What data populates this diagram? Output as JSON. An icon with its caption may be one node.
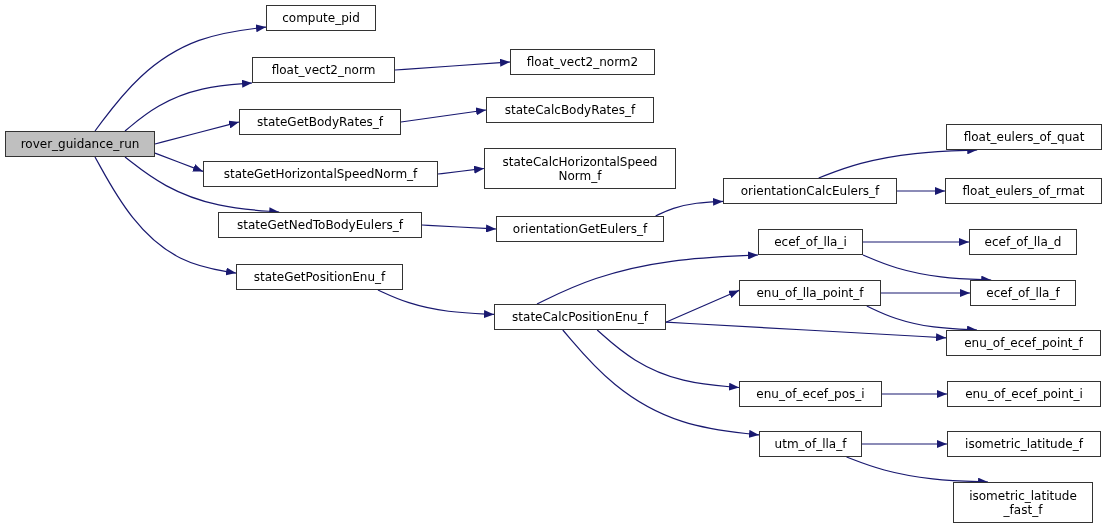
{
  "diagram": {
    "nodes": [
      {
        "text": [
          "rover_guidance_run"
        ]
      },
      {
        "text": [
          "compute_pid"
        ]
      },
      {
        "text": [
          "float_vect2_norm"
        ]
      },
      {
        "text": [
          "float_vect2_norm2"
        ]
      },
      {
        "text": [
          "stateGetBodyRates_f"
        ]
      },
      {
        "text": [
          "stateCalcBodyRates_f"
        ]
      },
      {
        "text": [
          "stateGetHorizontalSpeedNorm_f"
        ]
      },
      {
        "text": [
          "stateCalcHorizontalSpeed Norm_f"
        ]
      },
      {
        "text": [
          "stateGetNedToBodyEulers_f"
        ]
      },
      {
        "text": [
          "orientationGetEulers_f"
        ]
      },
      {
        "text": [
          "orientationCalcEulers_f"
        ]
      },
      {
        "text": [
          "float_eulers_of_quat"
        ]
      },
      {
        "text": [
          "float_eulers_of_rmat"
        ]
      },
      {
        "text": [
          "stateGetPositionEnu_f"
        ]
      },
      {
        "text": [
          "stateCalcPositionEnu_f"
        ]
      },
      {
        "text": [
          "ecef_of_lla_i"
        ]
      },
      {
        "text": [
          "ecef_of_lla_d"
        ]
      },
      {
        "text": [
          "enu_of_lla_point_f"
        ]
      },
      {
        "text": [
          "ecef_of_lla_f"
        ]
      },
      {
        "text": [
          "enu_of_ecef_point_f"
        ]
      },
      {
        "text": [
          "enu_of_ecef_pos_i"
        ]
      },
      {
        "text": [
          "enu_of_ecef_point_i"
        ]
      },
      {
        "text": [
          "utm_of_lla_f"
        ]
      },
      {
        "text": [
          "isometric_latitude_f"
        ]
      },
      {
        "text": [
          "isometric_latitude _fast_f"
        ]
      }
    ],
    "edges": [
      {
        "from": 0,
        "to": 1,
        "arrow": "to"
      },
      {
        "from": 0,
        "to": 2,
        "arrow": "to"
      },
      {
        "from": 0,
        "to": 4,
        "arrow": "to"
      },
      {
        "from": 0,
        "to": 6,
        "arrow": "to"
      },
      {
        "from": 0,
        "to": 8,
        "arrow": "to"
      },
      {
        "from": 0,
        "to": 13,
        "arrow": "to"
      },
      {
        "from": 2,
        "to": 3,
        "arrow": "to"
      },
      {
        "from": 4,
        "to": 5,
        "arrow": "to"
      },
      {
        "from": 6,
        "to": 7,
        "arrow": "to"
      },
      {
        "from": 8,
        "to": 9,
        "arrow": "to"
      },
      {
        "from": 9,
        "to": 10,
        "arrow": "to"
      },
      {
        "from": 10,
        "to": 11,
        "arrow": "to"
      },
      {
        "from": 10,
        "to": 12,
        "arrow": "to"
      },
      {
        "from": 13,
        "to": 14,
        "arrow": "to"
      },
      {
        "from": 14,
        "to": 15,
        "arrow": "to"
      },
      {
        "from": 14,
        "to": 17,
        "arrow": "to"
      },
      {
        "from": 14,
        "to": 19,
        "arrow": "to"
      },
      {
        "from": 14,
        "to": 20,
        "arrow": "to"
      },
      {
        "from": 14,
        "to": 22,
        "arrow": "to"
      },
      {
        "from": 15,
        "to": 16,
        "arrow": "to"
      },
      {
        "from": 15,
        "to": 18,
        "arrow": "to"
      },
      {
        "from": 17,
        "to": 18,
        "arrow": "to"
      },
      {
        "from": 17,
        "to": 19,
        "arrow": "to"
      },
      {
        "from": 20,
        "to": 21,
        "arrow": "to"
      },
      {
        "from": 22,
        "to": 23,
        "arrow": "to"
      },
      {
        "from": 22,
        "to": 24,
        "arrow": "to"
      }
    ]
  }
}
